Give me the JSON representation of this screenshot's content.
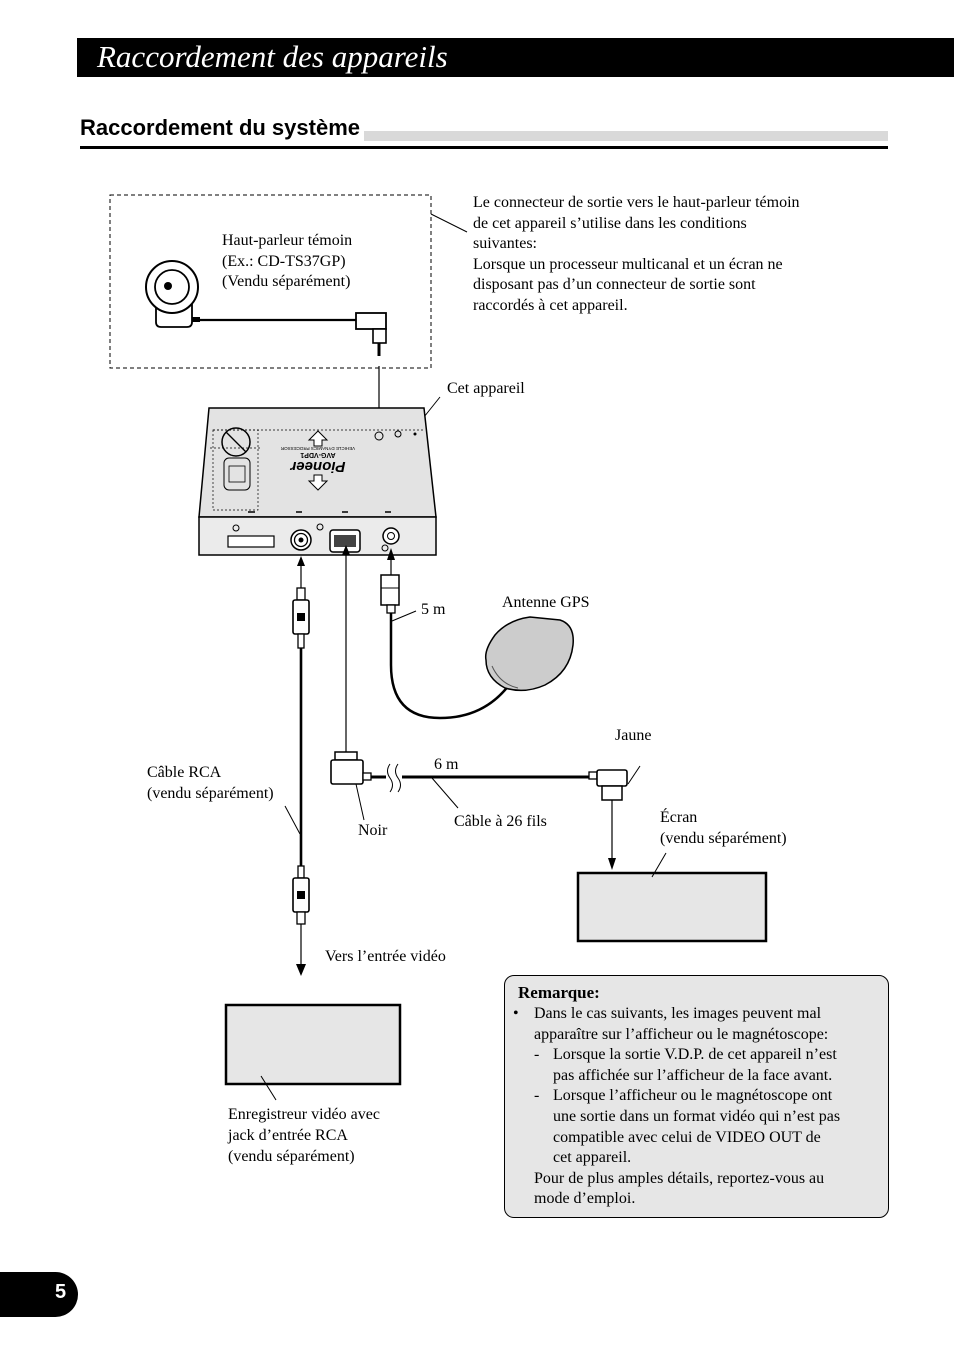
{
  "header": {
    "title": "Raccordement des appareils"
  },
  "section": {
    "title": "Raccordement du système"
  },
  "diagram": {
    "speaker": [
      "Haut-parleur témoin",
      "(Ex.: CD-TS37GP)",
      "(Vendu séparément)"
    ],
    "speaker_note": [
      "Le connecteur de sortie vers le haut-parleur témoin",
      "de cet appareil s’utilise dans les conditions",
      "suivantes:",
      "Lorsque un processeur multicanal et un écran ne",
      "disposant pas d’un connecteur de sortie sont",
      "raccordés à cet appareil."
    ],
    "unit": "Cet appareil",
    "gps_length": "5 m",
    "gps_antenna": "Antenne GPS",
    "yellow": "Jaune",
    "cable_length": "6 m",
    "rca_cable": [
      "Câble RCA",
      "(vendu séparément)"
    ],
    "black": "Noir",
    "cable_26": "Câble à 26 fils",
    "screen": [
      "Écran",
      "(vendu séparément)"
    ],
    "video_in": "Vers l’entrée vidéo",
    "recorder": [
      "Enregistreur vidéo avec",
      "jack d’entrée RCA",
      "(vendu séparément)"
    ],
    "device_brand": "Pioneer",
    "device_model": "AVG-VDP1",
    "device_desc": "VEHICLE DYNAMICS PROCESSOR"
  },
  "note": {
    "title": "Remarque:",
    "bullet": "•",
    "dash": "-",
    "intro": [
      "Dans le cas suivants, les images peuvent mal",
      "apparaître sur l’afficheur ou le magnétoscope:"
    ],
    "item1": [
      "Lorsque la sortie V.D.P. de cet appareil n’est",
      "pas affichée sur l’afficheur de la face avant."
    ],
    "item2": [
      "Lorsque l’afficheur ou le magnétoscope ont",
      "une sortie dans un format vidéo qui n’est pas",
      "compatible avec celui de VIDEO OUT de",
      "cet appareil."
    ],
    "outro": [
      "Pour de plus amples détails, reportez-vous au",
      "mode d’emploi."
    ]
  },
  "page": {
    "number": "5"
  }
}
